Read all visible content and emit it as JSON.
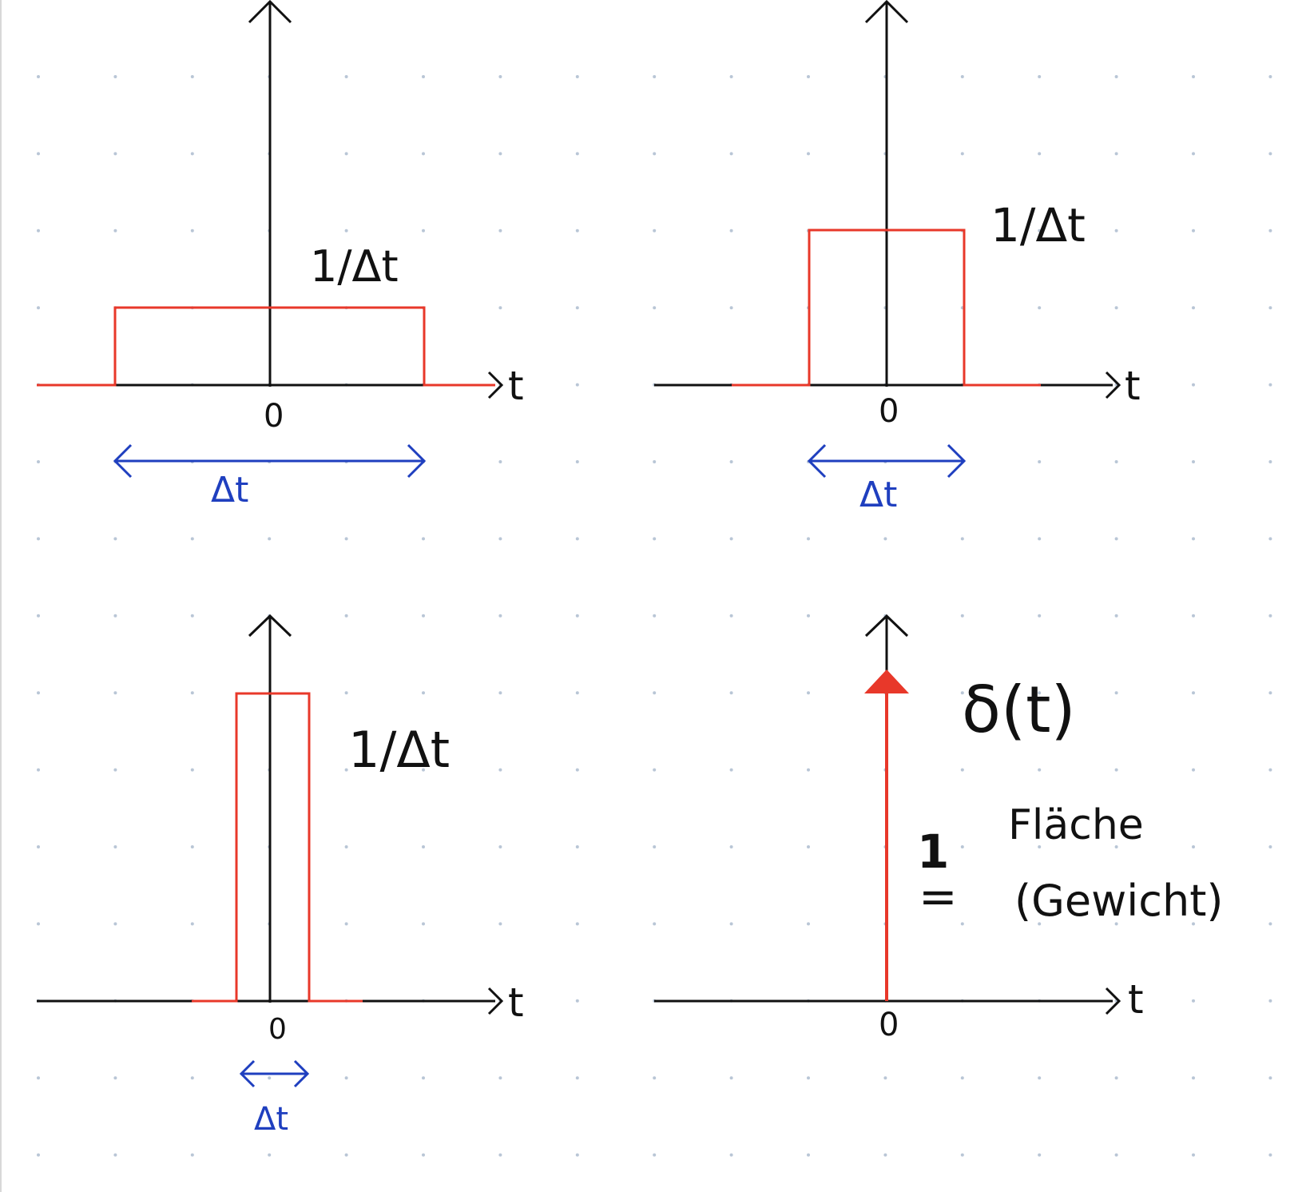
{
  "colors": {
    "ink": "#111111",
    "pulse": "#e8382a",
    "width_marker": "#1f3fbf",
    "grid_dot": "#b9c6d6",
    "page_border": "#d8d8d8"
  },
  "panels": [
    {
      "id": "panel-wide",
      "height_label": "1/Δt",
      "width_label": "Δt",
      "origin_label": "0",
      "axis_label": "t"
    },
    {
      "id": "panel-medium",
      "height_label": "1/Δt",
      "width_label": "Δt",
      "origin_label": "0",
      "axis_label": "t"
    },
    {
      "id": "panel-narrow",
      "height_label": "1/Δt",
      "width_label": "Δt",
      "origin_label": "0",
      "axis_label": "t"
    },
    {
      "id": "panel-impulse",
      "impulse_label": "δ(t)",
      "origin_label": "0",
      "axis_label": "t",
      "area_value": "1",
      "equals_sign": "=",
      "area_word": "Fläche",
      "weight_word": "(Gewicht)"
    }
  ]
}
